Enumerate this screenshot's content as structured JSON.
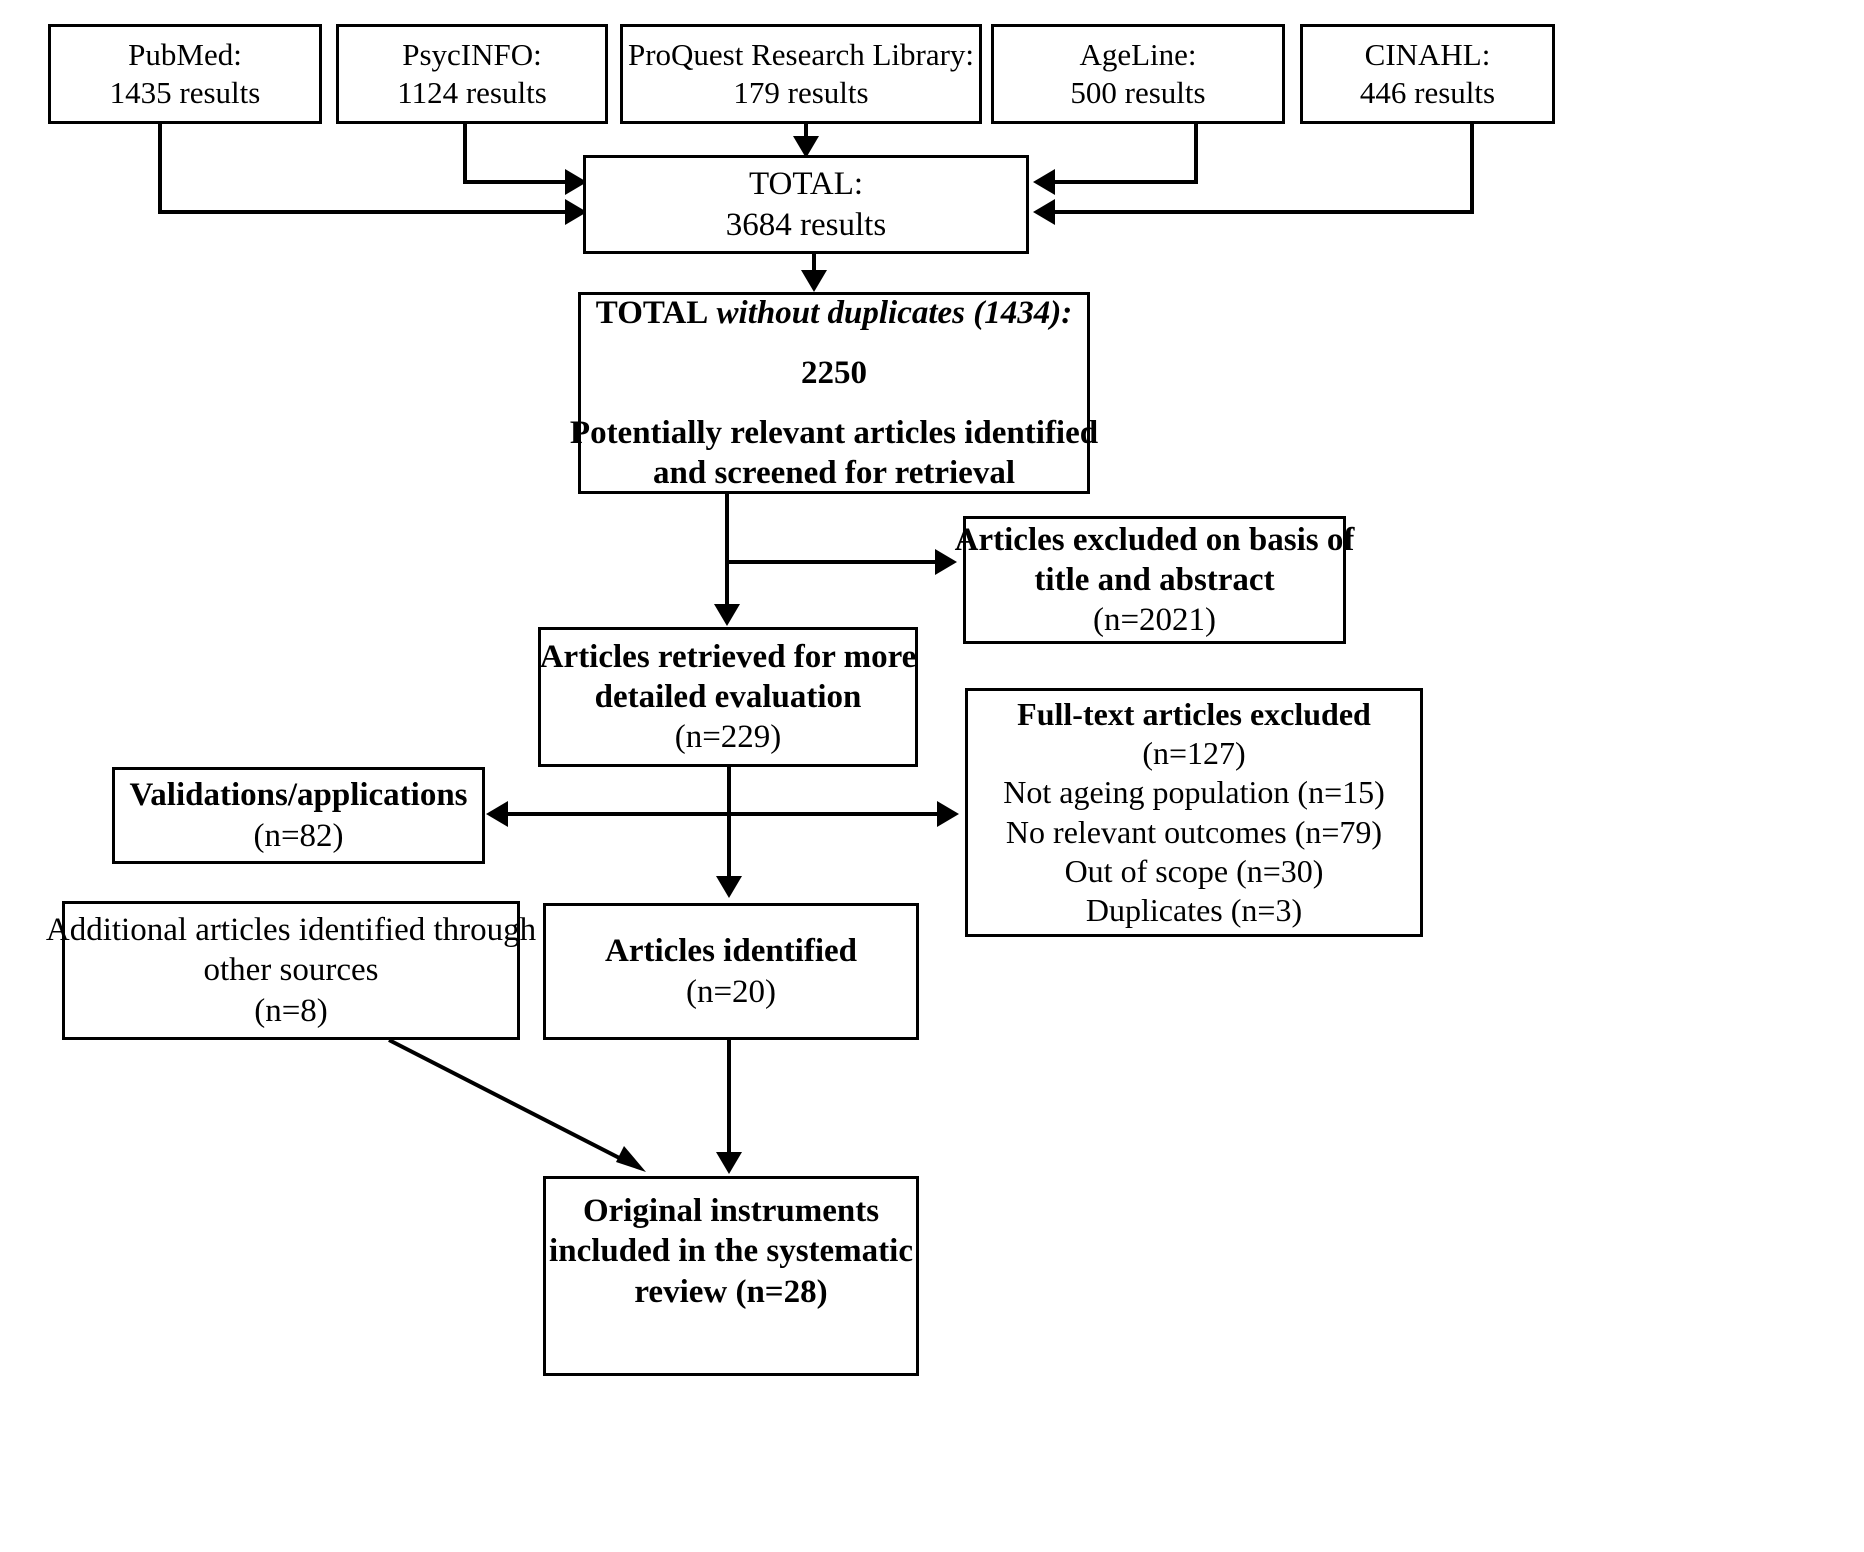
{
  "diagram": {
    "title": "PRISMA study selection flow diagram",
    "type": "flowchart",
    "sources": [
      {
        "name": "PubMed:",
        "results": "1435 results"
      },
      {
        "name": "PsycINFO:",
        "results": "1124 results"
      },
      {
        "name": "ProQuest Research Library:",
        "results": "179 results"
      },
      {
        "name": "AgeLine:",
        "results": "500 results"
      },
      {
        "name": "CINAHL:",
        "results": "446 results"
      }
    ],
    "total": {
      "label": "TOTAL:",
      "results": "3684 results"
    },
    "total_without_duplicates": {
      "prefix": "TOTAL",
      "suffix": "without duplicates (1434):",
      "count": "2250",
      "description_line1": "Potentially relevant articles identified",
      "description_line2": "and screened for retrieval"
    },
    "excluded_title_abstract": {
      "line1": "Articles excluded on basis of",
      "line2": "title and abstract",
      "n": "(n=2021)"
    },
    "retrieved": {
      "line1": "Articles retrieved for more",
      "line2": "detailed evaluation",
      "n": "(n=229)"
    },
    "fulltext_excluded": {
      "heading": "Full-text articles excluded",
      "n": "(n=127)",
      "reasons": [
        "Not ageing population (n=15)",
        "No relevant outcomes (n=79)",
        "Out of scope (n=30)",
        "Duplicates (n=3)"
      ]
    },
    "validations": {
      "label": "Validations/applications",
      "n": "(n=82)"
    },
    "articles_identified": {
      "label": "Articles identified",
      "n": "(n=20)"
    },
    "additional_articles": {
      "line1": "Additional articles identified through",
      "line2": "other sources",
      "n": "(n=8)"
    },
    "included": {
      "line1": "Original instruments",
      "line2": "included in the systematic",
      "line3": "review (n=28)"
    }
  },
  "style": {
    "line_color": "#000000",
    "background": "#ffffff",
    "border_color": "#000000"
  }
}
